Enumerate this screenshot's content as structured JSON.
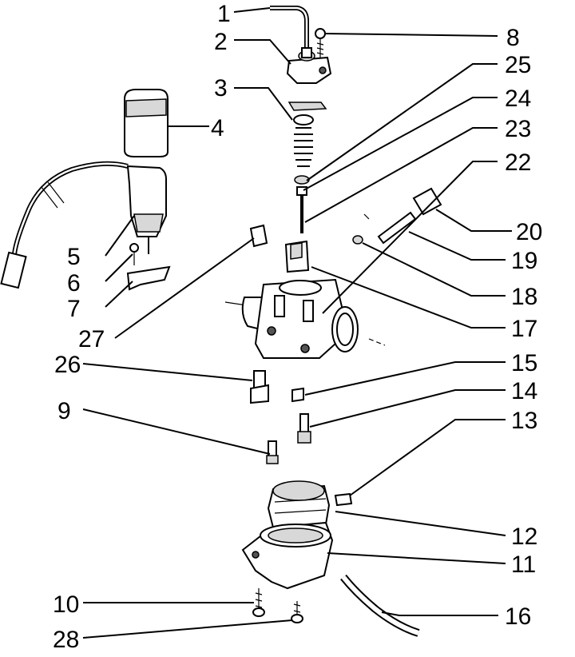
{
  "callouts": [
    {
      "id": "1",
      "label": "1"
    },
    {
      "id": "2",
      "label": "2"
    },
    {
      "id": "3",
      "label": "3"
    },
    {
      "id": "4",
      "label": "4"
    },
    {
      "id": "5",
      "label": "5"
    },
    {
      "id": "6",
      "label": "6"
    },
    {
      "id": "7",
      "label": "7"
    },
    {
      "id": "8",
      "label": "8"
    },
    {
      "id": "9",
      "label": "9"
    },
    {
      "id": "10",
      "label": "10"
    },
    {
      "id": "11",
      "label": "11"
    },
    {
      "id": "12",
      "label": "12"
    },
    {
      "id": "13",
      "label": "13"
    },
    {
      "id": "14",
      "label": "14"
    },
    {
      "id": "15",
      "label": "15"
    },
    {
      "id": "16",
      "label": "16"
    },
    {
      "id": "17",
      "label": "17"
    },
    {
      "id": "18",
      "label": "18"
    },
    {
      "id": "19",
      "label": "19"
    },
    {
      "id": "20",
      "label": "20"
    },
    {
      "id": "22",
      "label": "22"
    },
    {
      "id": "23",
      "label": "23"
    },
    {
      "id": "24",
      "label": "24"
    },
    {
      "id": "25",
      "label": "25"
    },
    {
      "id": "26",
      "label": "26"
    },
    {
      "id": "27",
      "label": "27"
    },
    {
      "id": "28",
      "label": "28"
    }
  ]
}
